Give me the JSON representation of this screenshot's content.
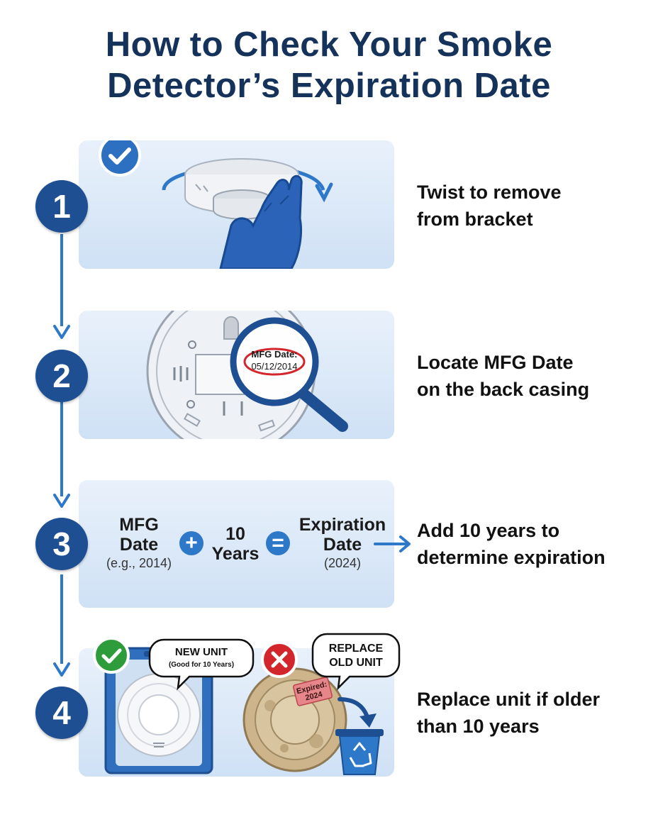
{
  "title": {
    "line1": "How to Check Your Smoke",
    "line2": "Detector’s Expiration Date"
  },
  "colors": {
    "navy": "#1d4f92",
    "accent_blue": "#2d78c8",
    "panel_bg": "#dbe8f7",
    "green_check": "#2e9c3a",
    "red_x": "#d3262c"
  },
  "steps": [
    {
      "number": "1",
      "text_line1": "Twist to remove",
      "text_line2": "from bracket",
      "icons": [
        "check-icon",
        "twist-arrow-icon",
        "smoke-detector-icon",
        "gloved-hand-icon"
      ]
    },
    {
      "number": "2",
      "text_line1": "Locate MFG Date",
      "text_line2": "on the back casing",
      "label_title": "MFG Date:",
      "label_date": "05/12/2014",
      "icons": [
        "detector-back-icon",
        "magnifier-icon"
      ]
    },
    {
      "number": "3",
      "text_line1": "Add 10 years to",
      "text_line2": "determine expiration",
      "equation": {
        "term1_line1": "MFG",
        "term1_line2": "Date",
        "term1_note": "(e.g., 2014)",
        "plus": "+",
        "term2_line1": "10",
        "term2_line2": "Years",
        "equals": "=",
        "result_line1": "Expiration",
        "result_line2": "Date",
        "result_note": "(2024)"
      },
      "icons": [
        "plus-icon",
        "equals-icon",
        "arrow-right-icon"
      ]
    },
    {
      "number": "4",
      "text_line1": "Replace unit if older",
      "text_line2": "than 10 years",
      "new_unit_label": "NEW UNIT",
      "new_unit_note": "(Good for 10 Years)",
      "old_unit_label_line1": "REPLACE",
      "old_unit_label_line2": "OLD UNIT",
      "expired_tag_line1": "Expired:",
      "expired_tag_line2": "2024",
      "icons": [
        "check-icon",
        "x-icon",
        "recycle-bin-icon",
        "curved-arrow-icon"
      ]
    }
  ]
}
